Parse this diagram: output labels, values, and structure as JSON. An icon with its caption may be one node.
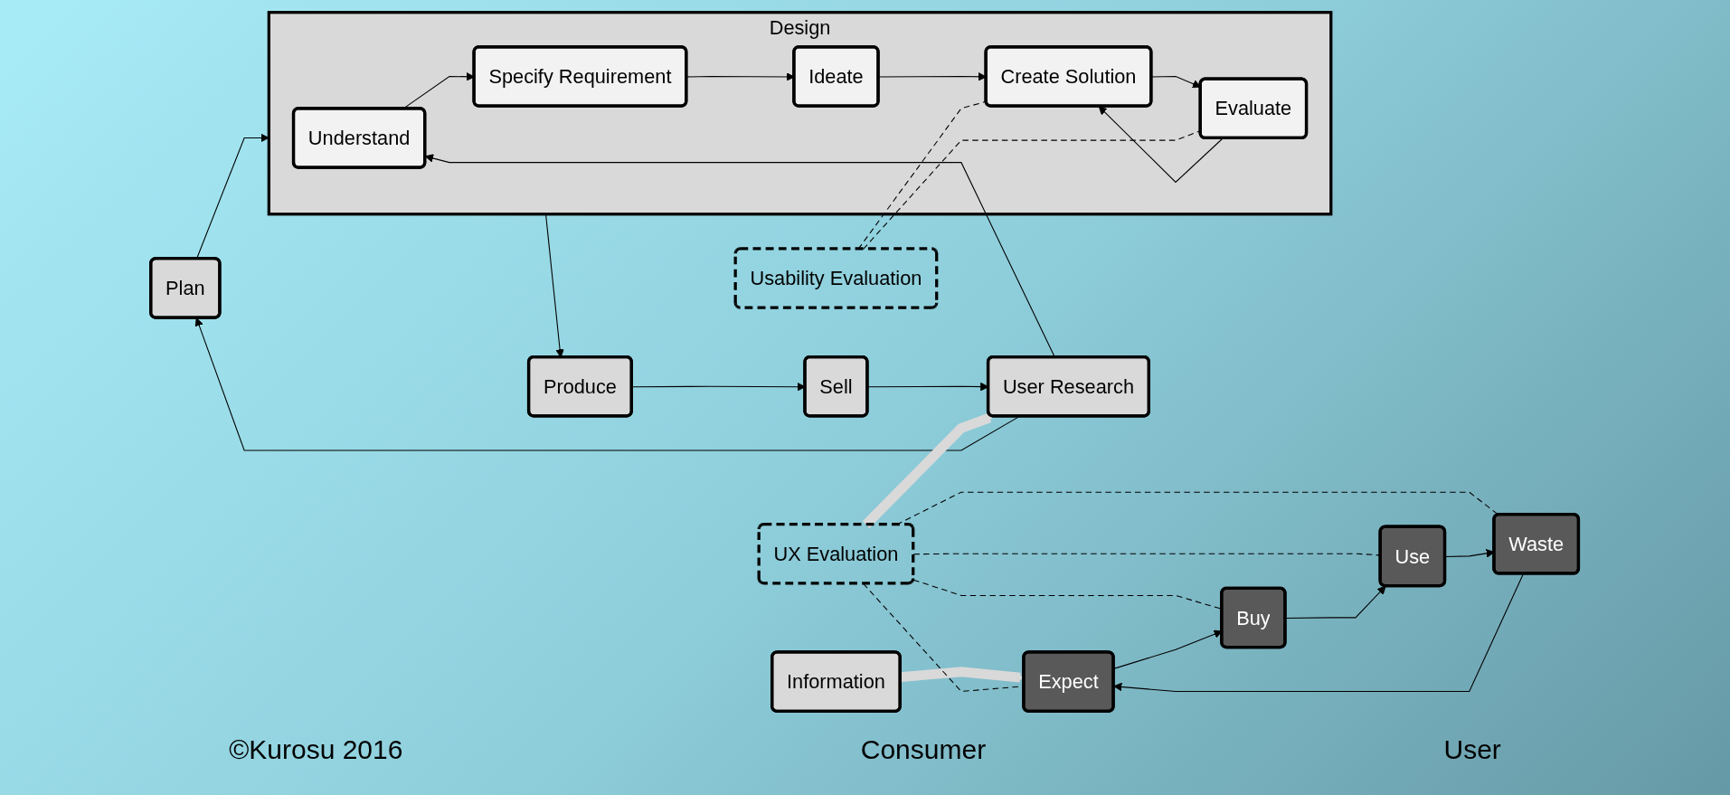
{
  "diagram": {
    "nodes": [
      {
        "text": [
          "Plan"
        ]
      },
      {
        "text": [
          "Design"
        ]
      },
      {
        "text": [
          "Understand"
        ],
        "in": 1
      },
      {
        "text": [
          "Specify Requirement"
        ],
        "in": 1
      },
      {
        "text": [
          "Ideate"
        ],
        "in": 1
      },
      {
        "text": [
          "Create Solution"
        ],
        "in": 1
      },
      {
        "text": [
          "Evaluate"
        ],
        "in": 1
      },
      {
        "text": [
          "Produce"
        ]
      },
      {
        "text": [
          "Sell"
        ]
      },
      {
        "text": [
          "User Research"
        ]
      },
      {
        "text": [
          "Information"
        ]
      },
      {
        "text": [
          "UX Evaluation"
        ]
      },
      {
        "text": [
          "Usability Evaluation"
        ]
      },
      {
        "text": [
          "Expect"
        ]
      },
      {
        "text": [
          "Buy"
        ]
      },
      {
        "text": [
          "Use"
        ]
      },
      {
        "text": [
          "Waste"
        ]
      }
    ],
    "edges": [
      {
        "from": 0,
        "to": 1,
        "arrow": "to"
      },
      {
        "from": 2,
        "to": 3,
        "arrow": "to"
      },
      {
        "from": 3,
        "to": 4,
        "arrow": "to"
      },
      {
        "from": 4,
        "to": 5,
        "arrow": "to"
      },
      {
        "from": 5,
        "to": 6,
        "arrow": "to"
      },
      {
        "from": 6,
        "to": 5,
        "arrow": "to"
      },
      {
        "from": 1,
        "to": 7,
        "arrow": "to"
      },
      {
        "from": 7,
        "to": 8,
        "arrow": "to"
      },
      {
        "from": 8,
        "to": 9,
        "arrow": "to"
      },
      {
        "from": 9,
        "to": 0,
        "arrow": "to"
      },
      {
        "from": 9,
        "to": 2,
        "arrow": "to"
      },
      {
        "from": 10,
        "to": 13,
        "arrow": "to",
        "style": "thick",
        "color": "#d9d9d9"
      },
      {
        "from": 11,
        "to": 9,
        "arrow": "to",
        "style": "thick",
        "color": "#d9d9d9"
      },
      {
        "from": 12,
        "to": 5,
        "arrow": "none",
        "style": "dashed"
      },
      {
        "from": 12,
        "to": 6,
        "arrow": "none",
        "style": "dashed"
      },
      {
        "from": 11,
        "to": 13,
        "arrow": "none",
        "style": "dashed"
      },
      {
        "from": 11,
        "to": 14,
        "arrow": "none",
        "style": "dashed"
      },
      {
        "from": 11,
        "to": 15,
        "arrow": "none",
        "style": "dashed"
      },
      {
        "from": 11,
        "to": 16,
        "arrow": "none",
        "style": "dashed"
      },
      {
        "from": 13,
        "to": 14,
        "arrow": "to"
      },
      {
        "from": 14,
        "to": 15,
        "arrow": "to"
      },
      {
        "from": 15,
        "to": 16,
        "arrow": "to"
      },
      {
        "from": 16,
        "to": 13,
        "arrow": "to"
      }
    ],
    "labels": [
      "©Kurosu 2016",
      "Consumer",
      "User"
    ]
  }
}
